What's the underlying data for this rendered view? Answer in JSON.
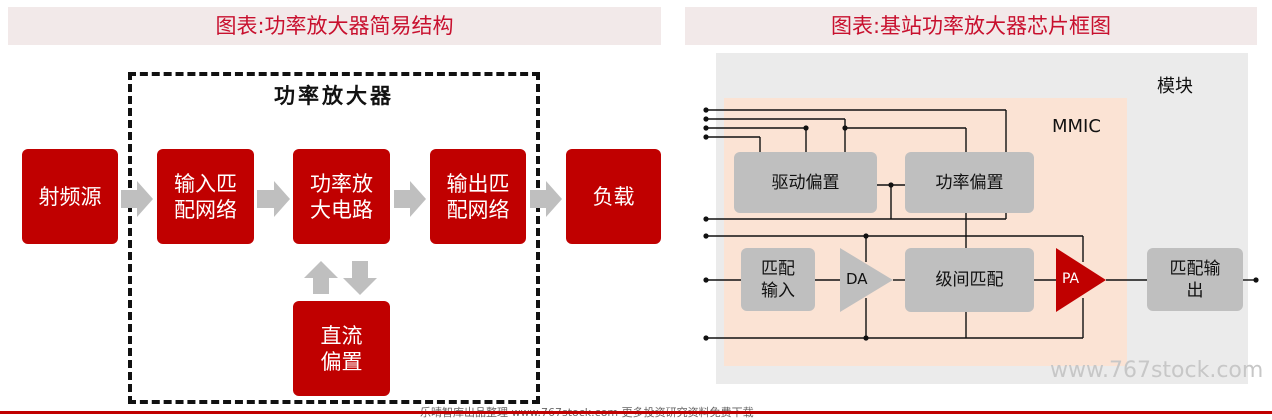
{
  "left_panel": {
    "title": "图表:功率放大器简易结构",
    "dashed_label": "功率放大器",
    "boxes": {
      "rf_source": "射频源",
      "input_match": "输入匹\n配网络",
      "power_amp": "功率放\n大电路",
      "output_match": "输出匹\n配网络",
      "load": "负载",
      "dc_bias": "直流\n偏置"
    }
  },
  "right_panel": {
    "title": "图表:基站功率放大器芯片框图",
    "module_label": "模块",
    "mmic_label": "MMIC",
    "boxes": {
      "driver_bias": "驱动偏置",
      "power_bias": "功率偏置",
      "match_input": "匹配\n输入",
      "interstage_match": "级间匹配",
      "match_output": "匹配输\n出"
    },
    "amplifiers": {
      "da": "DA",
      "pa": "PA"
    }
  },
  "watermark": "www.767stock.com",
  "footer": "乐晴智库出品整理 www.767stock.com 更多投资研究资料免费下载"
}
